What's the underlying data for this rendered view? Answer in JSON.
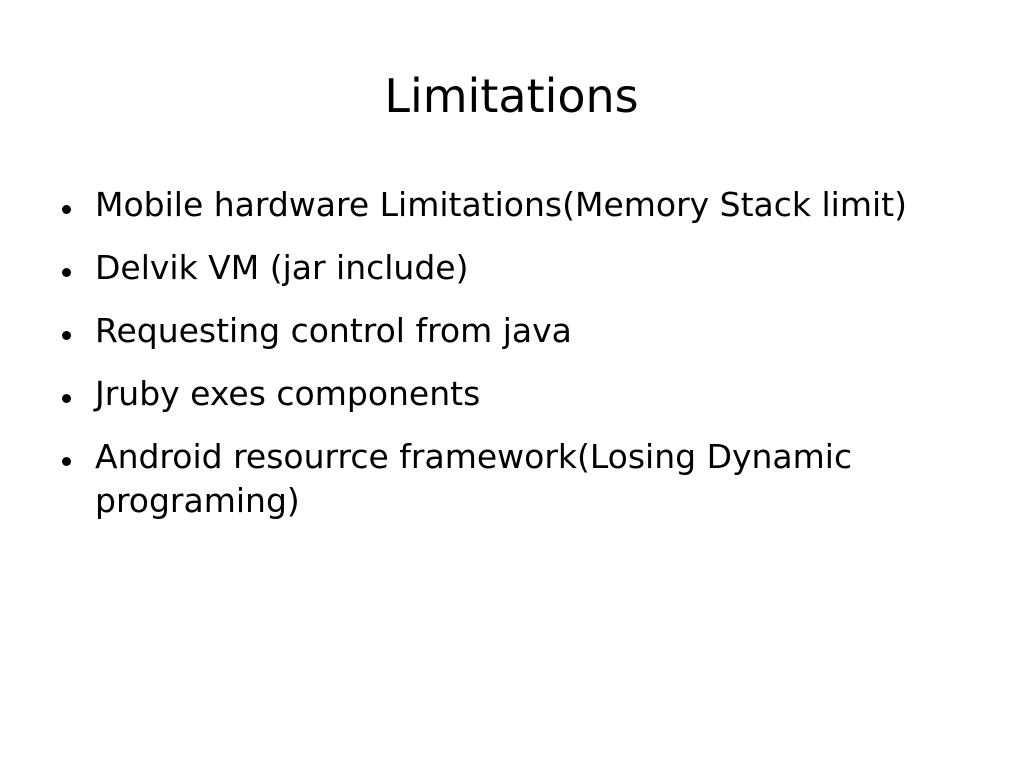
{
  "slide": {
    "title": "Limitations",
    "bullets": [
      "Mobile hardware Limitations(Memory Stack limit)",
      "Delvik VM (jar include)",
      "Requesting control from java",
      "Jruby exes components",
      "Android resourrce framework(Losing Dynamic programing)"
    ]
  }
}
